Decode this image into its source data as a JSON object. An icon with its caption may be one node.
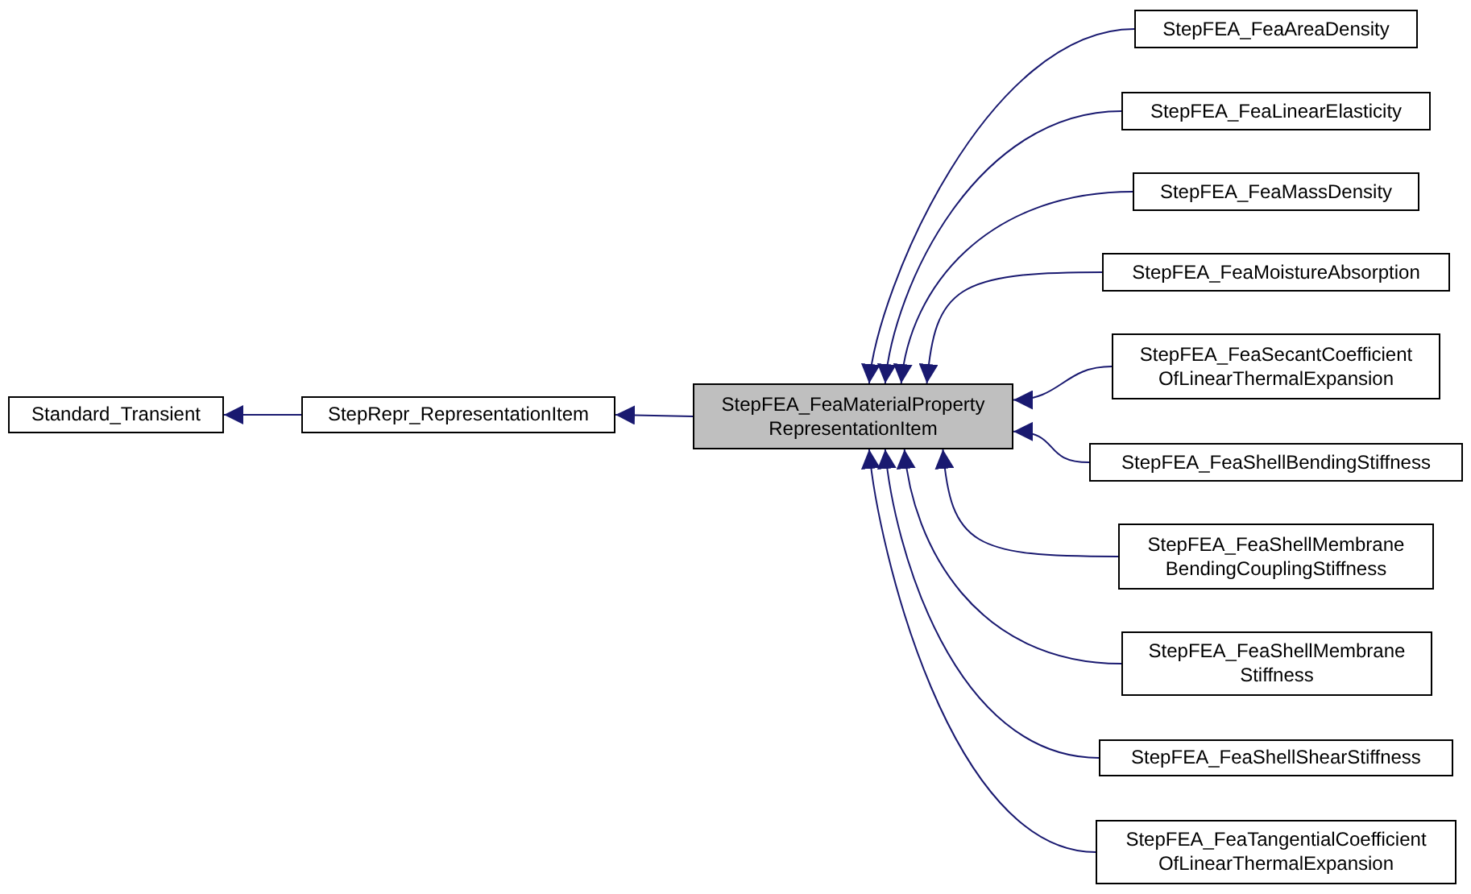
{
  "diagram": {
    "nodes": [
      {
        "text": [
          "Standard_Transient"
        ]
      },
      {
        "text": [
          "StepRepr_RepresentationItem"
        ]
      },
      {
        "text": [
          "StepFEA_FeaMaterialProperty RepresentationItem"
        ]
      },
      {
        "text": [
          "StepFEA_FeaAreaDensity"
        ]
      },
      {
        "text": [
          "StepFEA_FeaLinearElasticity"
        ]
      },
      {
        "text": [
          "StepFEA_FeaMassDensity"
        ]
      },
      {
        "text": [
          "StepFEA_FeaMoistureAbsorption"
        ]
      },
      {
        "text": [
          "StepFEA_FeaSecantCoefficient OfLinearThermalExpansion"
        ]
      },
      {
        "text": [
          "StepFEA_FeaShellBendingStiffness"
        ]
      },
      {
        "text": [
          "StepFEA_FeaShellMembrane BendingCouplingStiffness"
        ]
      },
      {
        "text": [
          "StepFEA_FeaShellMembrane Stiffness"
        ]
      },
      {
        "text": [
          "StepFEA_FeaShellShearStiffness"
        ]
      },
      {
        "text": [
          "StepFEA_FeaTangentialCoefficient OfLinearThermalExpansion"
        ]
      }
    ],
    "edges": [
      {
        "from": 1,
        "to": 0,
        "arrow": "to"
      },
      {
        "from": 2,
        "to": 1,
        "arrow": "to"
      },
      {
        "from": 3,
        "to": 2,
        "arrow": "to"
      },
      {
        "from": 4,
        "to": 2,
        "arrow": "to"
      },
      {
        "from": 5,
        "to": 2,
        "arrow": "to"
      },
      {
        "from": 6,
        "to": 2,
        "arrow": "to"
      },
      {
        "from": 7,
        "to": 2,
        "arrow": "to"
      },
      {
        "from": 8,
        "to": 2,
        "arrow": "to"
      },
      {
        "from": 9,
        "to": 2,
        "arrow": "to"
      },
      {
        "from": 10,
        "to": 2,
        "arrow": "to"
      },
      {
        "from": 11,
        "to": 2,
        "arrow": "to"
      },
      {
        "from": 12,
        "to": 2,
        "arrow": "to"
      }
    ]
  }
}
